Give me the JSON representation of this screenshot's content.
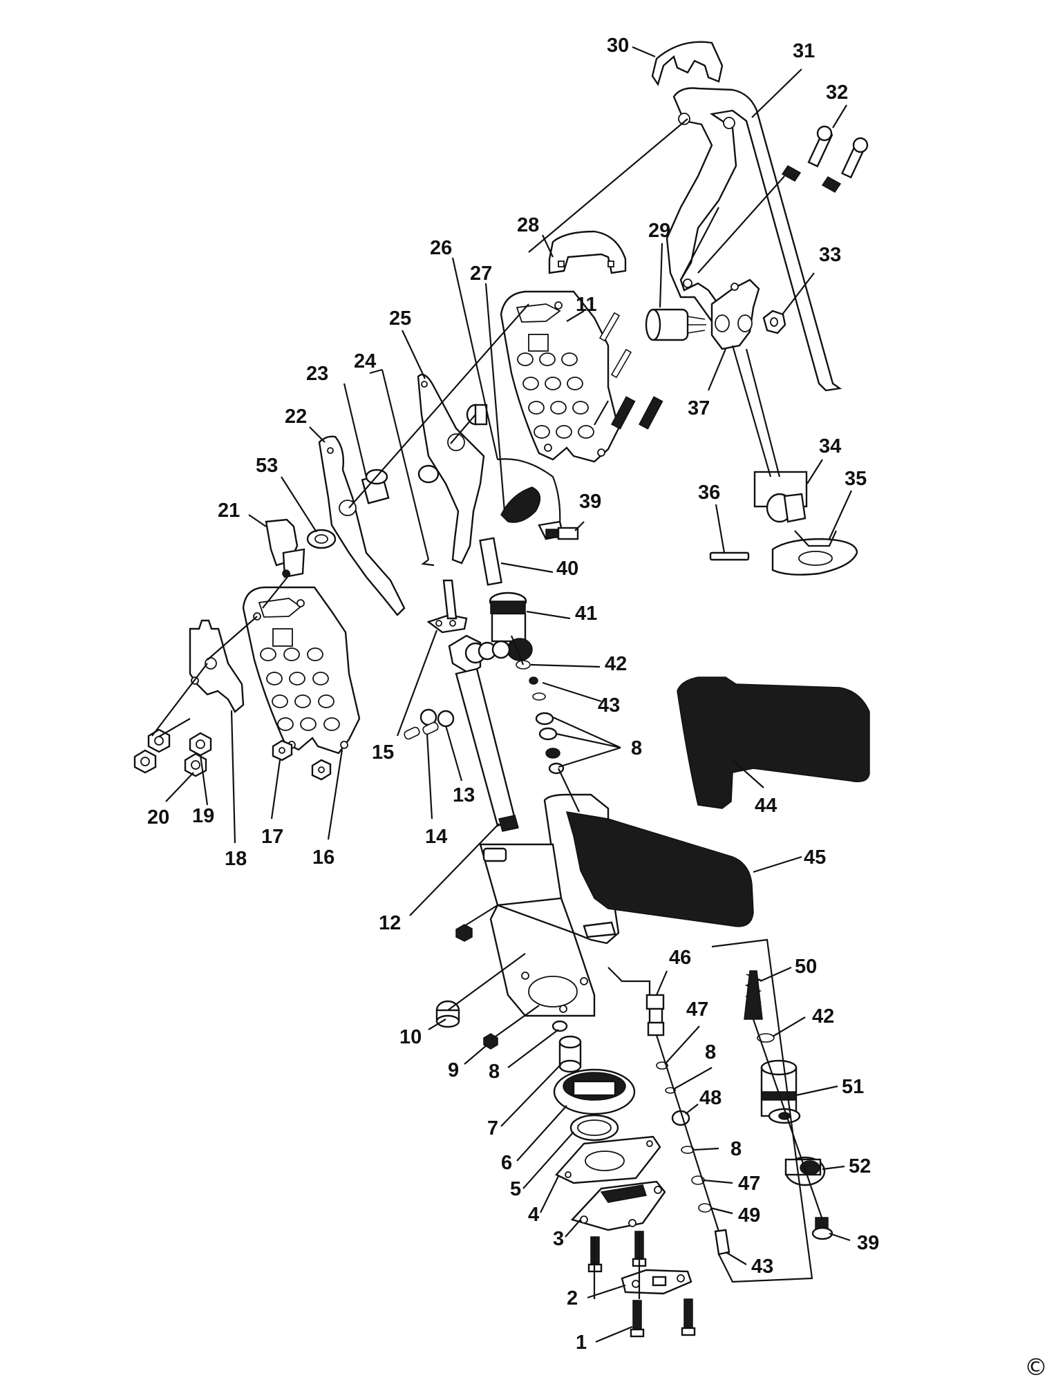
{
  "diagram": {
    "copyright_symbol": "©",
    "part_labels": [
      {
        "id": "p1",
        "text": "1"
      },
      {
        "id": "p2",
        "text": "2"
      },
      {
        "id": "p3",
        "text": "3"
      },
      {
        "id": "p4",
        "text": "4"
      },
      {
        "id": "p5",
        "text": "5"
      },
      {
        "id": "p6",
        "text": "6"
      },
      {
        "id": "p7",
        "text": "7"
      },
      {
        "id": "p8a",
        "text": "8"
      },
      {
        "id": "p8b",
        "text": "8"
      },
      {
        "id": "p8c",
        "text": "8"
      },
      {
        "id": "p8d",
        "text": "8"
      },
      {
        "id": "p9",
        "text": "9"
      },
      {
        "id": "p10",
        "text": "10"
      },
      {
        "id": "p11",
        "text": "11"
      },
      {
        "id": "p12",
        "text": "12"
      },
      {
        "id": "p13",
        "text": "13"
      },
      {
        "id": "p14",
        "text": "14"
      },
      {
        "id": "p15",
        "text": "15"
      },
      {
        "id": "p16",
        "text": "16"
      },
      {
        "id": "p17",
        "text": "17"
      },
      {
        "id": "p18",
        "text": "18"
      },
      {
        "id": "p19",
        "text": "19"
      },
      {
        "id": "p20",
        "text": "20"
      },
      {
        "id": "p21",
        "text": "21"
      },
      {
        "id": "p22",
        "text": "22"
      },
      {
        "id": "p23",
        "text": "23"
      },
      {
        "id": "p24",
        "text": "24"
      },
      {
        "id": "p25",
        "text": "25"
      },
      {
        "id": "p26",
        "text": "26"
      },
      {
        "id": "p27",
        "text": "27"
      },
      {
        "id": "p28",
        "text": "28"
      },
      {
        "id": "p29",
        "text": "29"
      },
      {
        "id": "p30",
        "text": "30"
      },
      {
        "id": "p31",
        "text": "31"
      },
      {
        "id": "p32",
        "text": "32"
      },
      {
        "id": "p33",
        "text": "33"
      },
      {
        "id": "p34",
        "text": "34"
      },
      {
        "id": "p35",
        "text": "35"
      },
      {
        "id": "p36",
        "text": "36"
      },
      {
        "id": "p37",
        "text": "37"
      },
      {
        "id": "p39a",
        "text": "39"
      },
      {
        "id": "p39b",
        "text": "39"
      },
      {
        "id": "p40",
        "text": "40"
      },
      {
        "id": "p41",
        "text": "41"
      },
      {
        "id": "p42a",
        "text": "42"
      },
      {
        "id": "p42b",
        "text": "42"
      },
      {
        "id": "p43a",
        "text": "43"
      },
      {
        "id": "p43b",
        "text": "43"
      },
      {
        "id": "p44",
        "text": "44"
      },
      {
        "id": "p45",
        "text": "45"
      },
      {
        "id": "p46",
        "text": "46"
      },
      {
        "id": "p47a",
        "text": "47"
      },
      {
        "id": "p47b",
        "text": "47"
      },
      {
        "id": "p48",
        "text": "48"
      },
      {
        "id": "p49",
        "text": "49"
      },
      {
        "id": "p50",
        "text": "50"
      },
      {
        "id": "p51",
        "text": "51"
      },
      {
        "id": "p52",
        "text": "52"
      },
      {
        "id": "p53",
        "text": "53"
      }
    ]
  }
}
